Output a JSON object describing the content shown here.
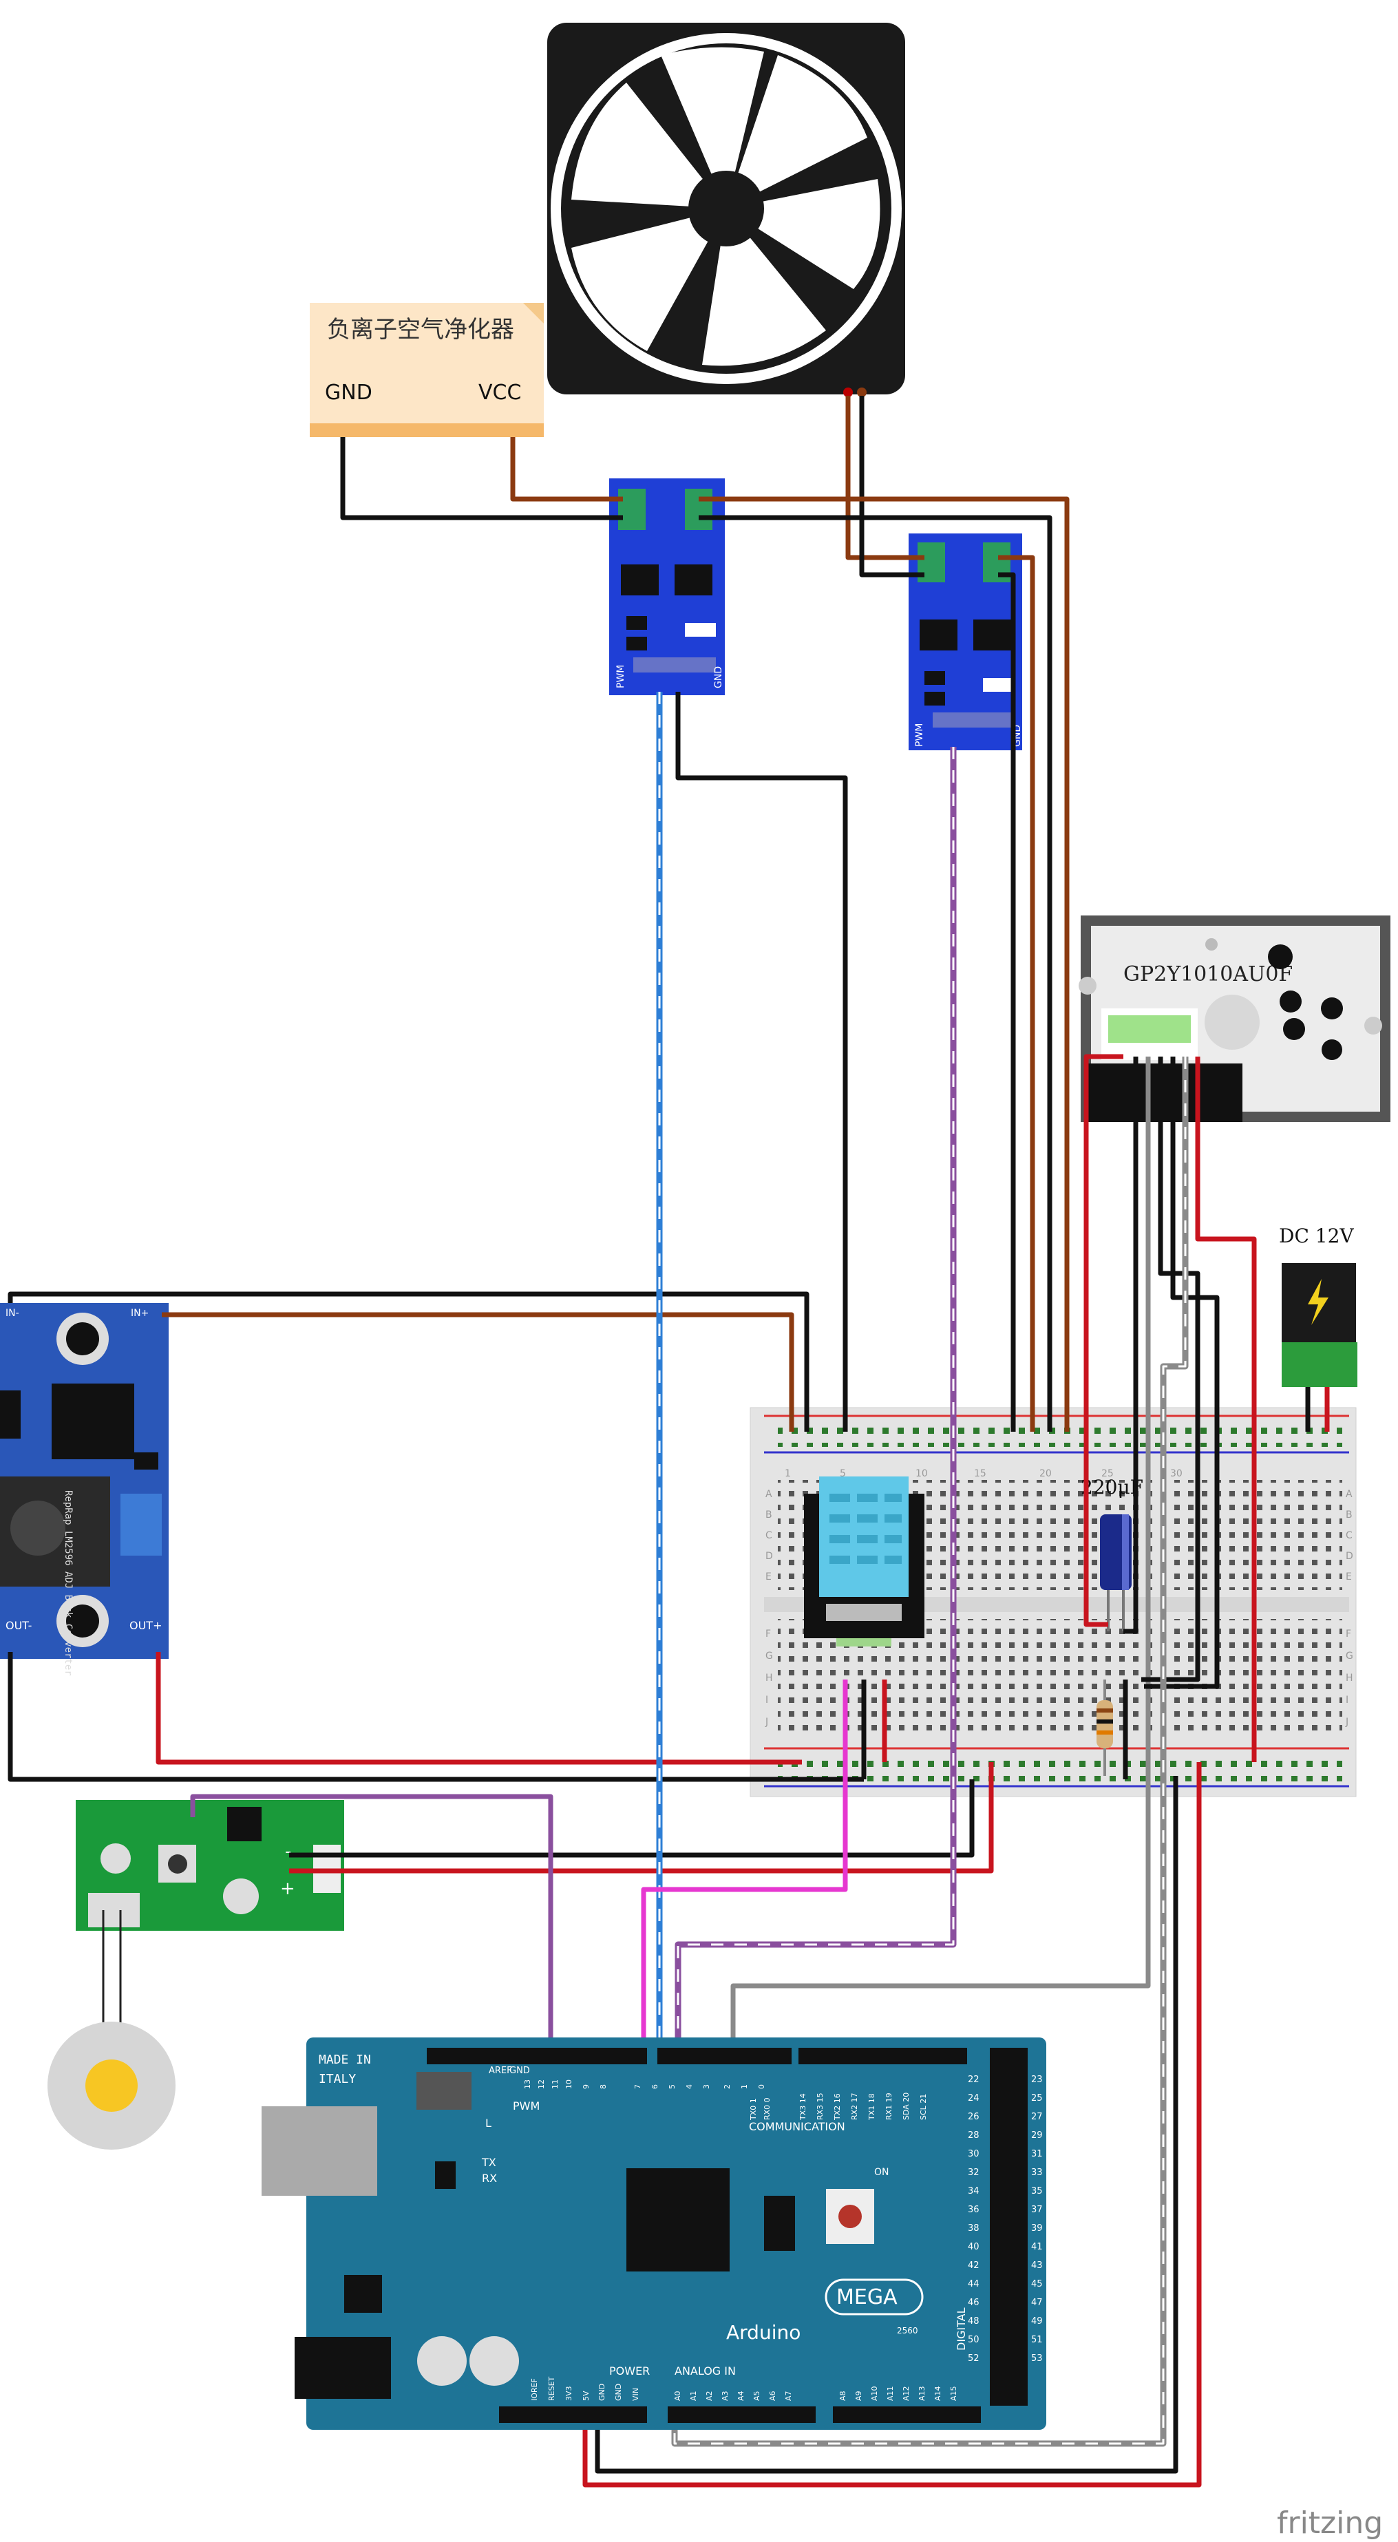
{
  "purifier": {
    "title": "负离子空气净化器",
    "gnd": "GND",
    "vcc": "VCC"
  },
  "dust_sensor": {
    "model": "GP2Y1010AU0F"
  },
  "dc_jack": {
    "label": "DC 12V"
  },
  "capacitor": {
    "label": "220μF"
  },
  "mosfet": {
    "pwm": "PWM",
    "gnd": "GND"
  },
  "buck": {
    "in_plus": "IN+",
    "in_minus": "IN-",
    "out_minus": "OUT-",
    "out_plus": "OUT+",
    "chip_text": "RepRap LM2596 ADJ Buck Converter"
  },
  "ups": {
    "minus": "-",
    "plus": "+"
  },
  "arduino": {
    "made_in": "MADE IN",
    "italy": "ITALY",
    "aref": "AREF",
    "gnd": "GND",
    "pwm": "PWM",
    "communication": "COMMUNICATION",
    "l": "L",
    "tx": "TX",
    "rx": "RX",
    "on": "ON",
    "logo": "Arduino",
    "mega": "MEGA",
    "mega_sub": "2560",
    "power": "POWER",
    "analog_in": "ANALOG IN",
    "digital": "DIGITAL",
    "pwm_pins": [
      "13",
      "12",
      "11",
      "10",
      "9",
      "8",
      "7",
      "6",
      "5",
      "4",
      "3",
      "2",
      "1",
      "0"
    ],
    "comm_pins": [
      "TX0 1",
      "RX0 0",
      "TX3 14",
      "RX3 15",
      "TX2 16",
      "RX2 17",
      "TX1 18",
      "RX1 19",
      "SDA 20",
      "SCL 21"
    ],
    "power_pins": [
      "IOREF",
      "RESET",
      "3V3",
      "5V",
      "GND",
      "GND",
      "VIN"
    ],
    "analog_pins": [
      "A0",
      "A1",
      "A2",
      "A3",
      "A4",
      "A5",
      "A6",
      "A7",
      "A8",
      "A9",
      "A10",
      "A11",
      "A12",
      "A13",
      "A14",
      "A15"
    ],
    "header_left": [
      "22",
      "24",
      "26",
      "28",
      "30",
      "32",
      "34",
      "36",
      "38",
      "40",
      "42",
      "44",
      "46",
      "48",
      "50",
      "52"
    ],
    "header_right": [
      "23",
      "25",
      "27",
      "29",
      "31",
      "33",
      "35",
      "37",
      "39",
      "41",
      "43",
      "45",
      "47",
      "49",
      "51",
      "53"
    ]
  },
  "breadboard": {
    "rows": [
      "A",
      "B",
      "C",
      "D",
      "E",
      "F",
      "G",
      "H",
      "I",
      "J"
    ],
    "cols": [
      "1",
      "5",
      "10",
      "15",
      "20",
      "25",
      "30"
    ]
  },
  "watermark": "fritzing"
}
